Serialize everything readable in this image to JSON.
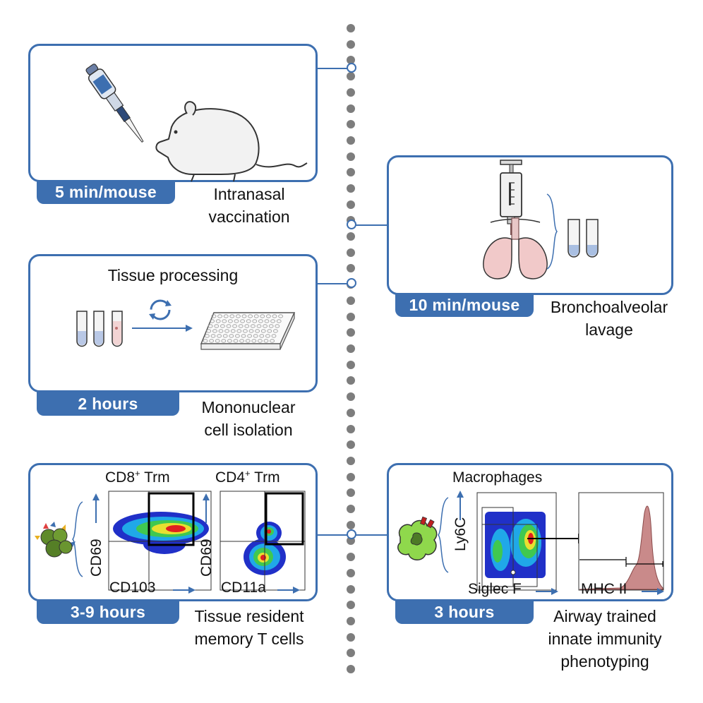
{
  "steps": {
    "vaccination": {
      "time": "5 min/mouse",
      "caption_1": "Intranasal",
      "caption_2": "vaccination"
    },
    "lavage": {
      "time": "10 min/mouse",
      "caption_1": "Bronchoalveolar",
      "caption_2": "lavage"
    },
    "isolation": {
      "time": "2 hours",
      "title": "Tissue processing",
      "caption_1": "Mononuclear",
      "caption_2": "cell isolation"
    },
    "trm": {
      "time": "3-9 hours",
      "caption_1": "Tissue resident",
      "caption_2": "memory T cells",
      "cd8": {
        "title": "CD8",
        "sup": "+",
        "suffix": " Trm",
        "ylabel": "CD69",
        "xlabel": "CD103"
      },
      "cd4": {
        "title": "CD4",
        "sup": "+",
        "suffix": " Trm",
        "ylabel": "CD69",
        "xlabel": "CD11a"
      }
    },
    "innate": {
      "time": "3 hours",
      "caption_1": "Airway trained",
      "caption_2": "innate immunity",
      "caption_3": "phenotyping",
      "title": "Macrophages",
      "ylabel": "Ly6C",
      "xlabel": "Siglec F",
      "hist_label": "MHC II"
    }
  },
  "colors": {
    "accent": "#3d6fb0",
    "dots": "#7d7d7d",
    "histogram": "#c98a8a"
  },
  "icons": [
    "pipette-icon",
    "mouse-icon",
    "syringe-icon",
    "lungs-icon",
    "tube-icon",
    "rotate-icon",
    "well-plate-icon",
    "t-cell-cluster-icon",
    "macrophage-icon"
  ]
}
